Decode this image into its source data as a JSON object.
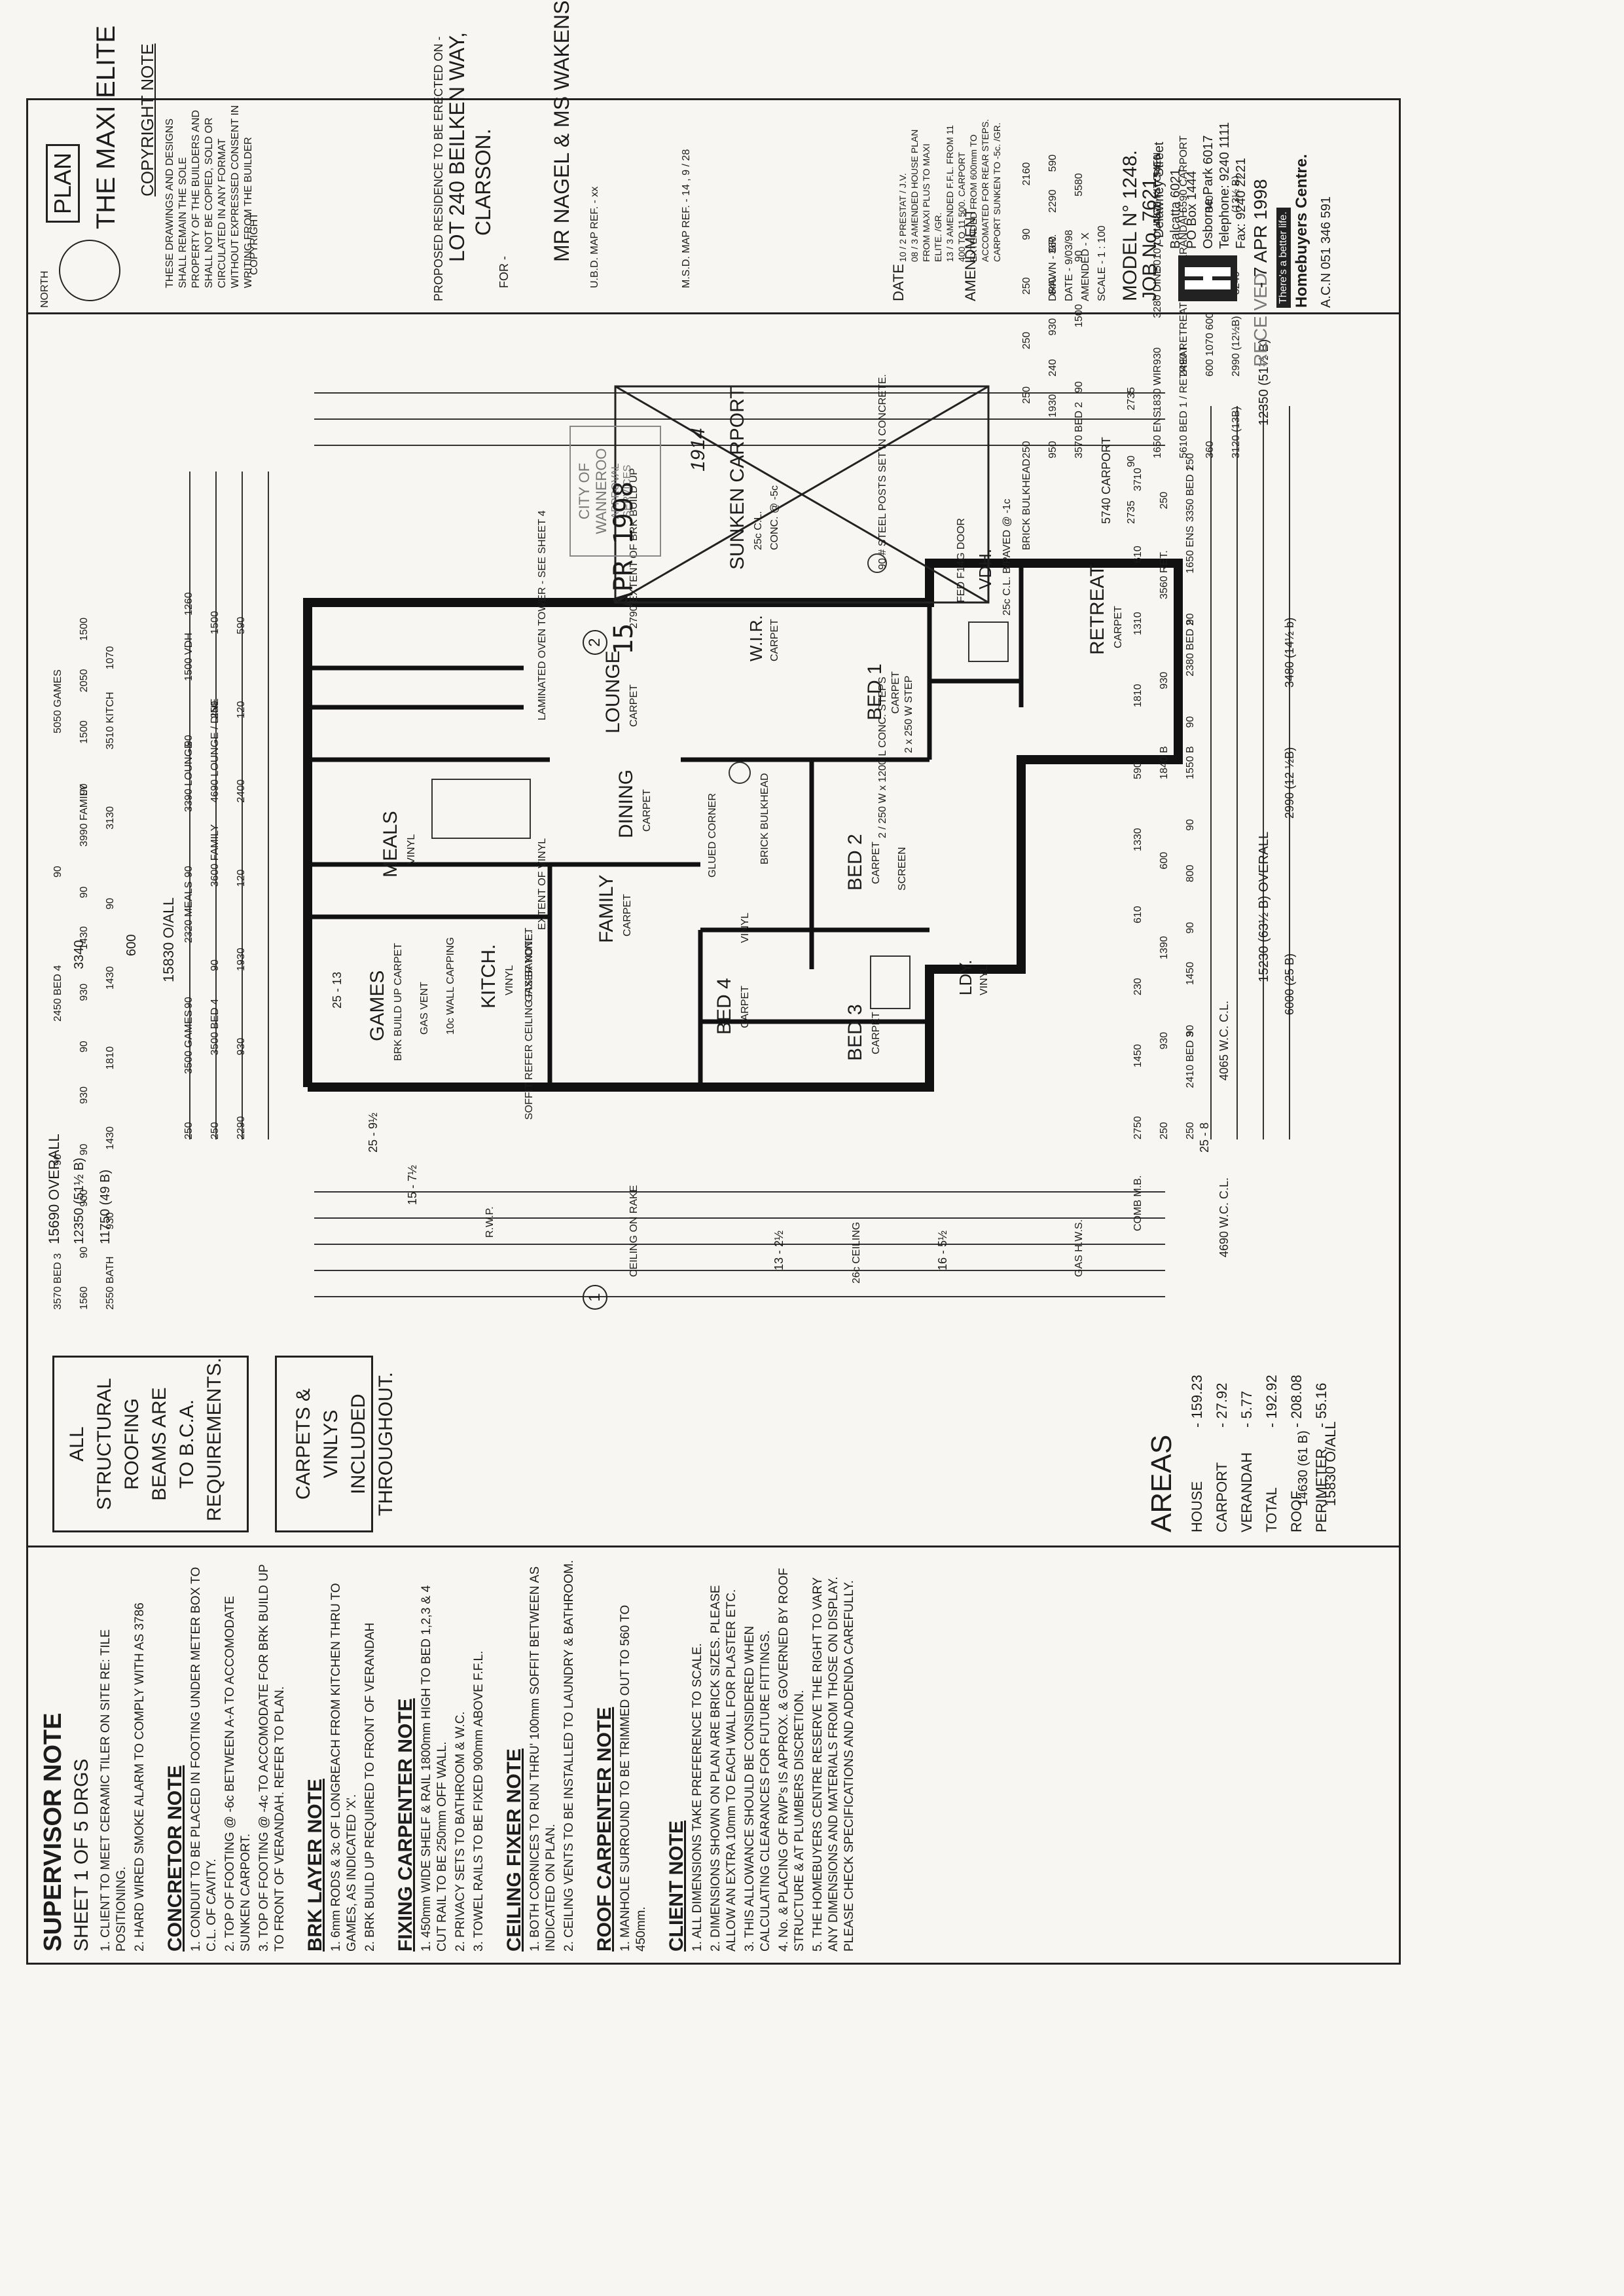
{
  "stamps": {
    "approval_line1": "CITY OF WANNEROO",
    "approval_line2": "APPROVAL",
    "approval_line3": "SERVICES",
    "approval_date": "15 APR 1998",
    "approval_ref": "1914",
    "received_word": "RECEIVED",
    "received_date": "- 7 APR 1998"
  },
  "supervisor_note": {
    "title": "SUPERVISOR NOTE",
    "sheet": "SHEET 1 OF 5 DRGS",
    "items": [
      "1. CLIENT TO MEET CERAMIC TILER ON SITE RE: TILE POSITIONING.",
      "2. HARD WIRED SMOKE ALARM TO COMPLY WITH AS 3786"
    ]
  },
  "concretor_note": {
    "title": "CONCRETOR NOTE",
    "items": [
      "1. CONDUIT TO BE PLACED IN FOOTING UNDER METER BOX TO C.L. OF CAVITY.",
      "2. TOP OF FOOTING @ -6c BETWEEN A-A TO ACCOMODATE SUNKEN CARPORT.",
      "3. TOP OF FOOTING @ -4c TO ACCOMODATE FOR BRK BUILD UP TO FRONT OF VERANDAH. REFER TO PLAN."
    ]
  },
  "brklayer_note": {
    "title": "BRK LAYER NOTE",
    "items": [
      "1. 6mm RODS & 3c OF LONGREACH FROM KITCHEN THRU TO GAMES, AS INDICATED 'X'.",
      "2. BRK BUILD UP REQUIRED TO FRONT OF VERANDAH"
    ]
  },
  "fixing_carpenter_note": {
    "title": "FIXING CARPENTER NOTE",
    "items": [
      "1. 450mm WIDE SHELF & RAIL 1800mm HIGH TO BED 1,2,3 & 4 CUT RAIL TO BE 250mm OFF WALL.",
      "2. PRIVACY SETS TO BATHROOM & W.C.",
      "3. TOWEL RAILS TO BE FIXED 900mm ABOVE F.F.L."
    ]
  },
  "ceiling_fixer_note": {
    "title": "CEILING FIXER NOTE",
    "items": [
      "1. BOTH CORNICES TO RUN THRU' 100mm SOFFIT BETWEEN AS INDICATED ON PLAN.",
      "2. CEILING VENTS TO BE INSTALLED TO LAUNDRY & BATHROOM."
    ]
  },
  "roof_carpenter_note": {
    "title": "ROOF CARPENTER NOTE",
    "items": [
      "1. MANHOLE SURROUND TO BE TRIMMED OUT TO 560 TO 450mm."
    ]
  },
  "client_note": {
    "title": "CLIENT NOTE",
    "items": [
      "1. ALL DIMENSIONS TAKE PREFERENCE TO SCALE.",
      "2. DIMENSIONS SHOWN ON PLAN ARE BRICK SIZES. PLEASE ALLOW AN EXTRA 10mm TO EACH WALL FOR PLASTER ETC.",
      "3. THIS ALLOWANCE SHOULD BE CONSIDERED WHEN CALCULATING CLEARANCES FOR FUTURE FITTINGS.",
      "4. No. & PLACING OF RWP's IS APPROX. & GOVERNED BY ROOF STRUCTURE & AT PLUMBERS DISCRETION.",
      "5. THE HOMEBUYERS CENTRE RESERVE THE RIGHT TO VARY ANY DIMENSIONS AND MATERIALS FROM THOSE ON DISPLAY. PLEASE CHECK SPECIFICATIONS AND ADDENDA CAREFULLY."
    ]
  },
  "general_notes": {
    "beams": [
      "ALL STRUCTURAL",
      "ROOFING BEAMS ARE",
      "TO B.C.A. REQUIREMENTS."
    ],
    "carpets": [
      "CARPETS & VINLYS",
      "INCLUDED THROUGHOUT."
    ]
  },
  "areas": {
    "title": "AREAS",
    "rows": [
      {
        "label": "HOUSE",
        "value": "- 159.23"
      },
      {
        "label": "CARPORT",
        "value": "- 27.92"
      },
      {
        "label": "VERANDAH",
        "value": "- 5.77"
      },
      {
        "label": "TOTAL",
        "value": "- 192.92"
      },
      {
        "label": "ROOF",
        "value": "- 208.08"
      },
      {
        "label": "PERIMETER",
        "value": "- 55.16"
      }
    ]
  },
  "title_block": {
    "company_name": "Homebuyers Centre.",
    "tagline": "There's a better life.",
    "acn": "A.C.N 051 346 591",
    "address": [
      "7 Delawney Street",
      "Balcatta 6021",
      "PO Box 1444",
      "Osborne Park 6017"
    ],
    "telephone": "Telephone: 9240 1111",
    "fax": "Fax: 9240 2221",
    "north": "NORTH",
    "plan_label": "PLAN",
    "design_name": "THE MAXI ELITE",
    "copyright_title": "COPYRIGHT NOTE",
    "copyright_text": "THESE DRAWINGS AND DESIGNS SHALL REMAIN THE SOLE PROPERTY OF THE BUILDERS AND SHALL NOT BE COPIED, SOLD OR CIRCULATED IN ANY FORMAT WITHOUT EXPRESSED CONSENT IN WRITING FROM THE BUILDER",
    "copyright_mark": "COPYRIGHT",
    "proposed": "PROPOSED RESIDENCE TO BE ERECTED ON -",
    "lot": "LOT 240 BEILKEN WAY,",
    "suburb": "CLARSON.",
    "for": "FOR -",
    "client": "MR NAGEL & MS WAKENSHAW.",
    "ubd": "U.B.D. MAP REF. - xx",
    "msd": "M.S.D. MAP REF. - 14 , 9 / 28",
    "date_header": "DATE",
    "amendment_header": "AMENDMENT",
    "amendments": [
      {
        "date": "10 / 2",
        "text": "PRESTAT / J.V."
      },
      {
        "date": "08 / 3",
        "text": "AMENDED HOUSE PLAN FROM MAXI PLUS TO MAXI ELITE. /GR."
      },
      {
        "date": "13 / 3",
        "text": "AMENDED F.F.L. FROM 11 400 TO 11 500. CARPORT EXTENDED FROM 600mm TO ACCOMATED FOR REAR STEPS. CARPORT SUNKEN TO -5c. /GR."
      }
    ],
    "drawn": "DRAWN - GR.",
    "date": "DATE - 9/03/98",
    "amended": "AMENDED - X",
    "scale": "SCALE - 1 : 100",
    "model": "MODEL N° 1248.",
    "job": "JOB No. 7621."
  },
  "rooms": {
    "games": "GAMES",
    "games_sub": "BRK BUILD UP CARPET",
    "meals": "MEALS",
    "meals_sub": "VINYL",
    "kitch": "KITCH.",
    "kitch_sub": "VINYL",
    "family": "FAMILY",
    "family_sub": "CARPET",
    "dining": "DINING",
    "dining_sub": "CARPET",
    "lounge": "LOUNGE",
    "lounge_sub": "CARPET",
    "bed4": "BED 4",
    "bed4_sub": "CARPET",
    "bed3": "BED 3",
    "bed3_sub": "CARPET",
    "bed2": "BED 2",
    "bed2_sub": "CARPET",
    "bed1": "BED 1",
    "bed1_sub": "CARPET",
    "ldy": "LDY.",
    "ldy_sub": "VINYL",
    "wir": "W.I.R.",
    "wir_sub": "CARPET",
    "retreat": "RETREAT",
    "retreat_sub": "CARPET",
    "vdh": "VDH.",
    "carport": "SUNKEN CARPORT",
    "carport_sub1": "25c C.L.",
    "carport_sub2": "CONC. @ -5c",
    "carport_posts": "90 # STEEL POSTS SET IN CONCRETE.",
    "carport_steps1": "2 / 250 W x 1200 L CONC. STEPS",
    "carport_steps2": "2 x 250 W STEP",
    "glued_corner": "GLUED CORNER",
    "brick_bulkhead": "BRICK BULKHEAD",
    "brick_bulkhead2": "BRICK BULKHEAD",
    "ceiling_rake": "CEILING ON RAKE",
    "ceiling_26c": "26c CEILING",
    "gas_hws": "GAS H.W.S.",
    "rwp": "R.W.P.",
    "comb_mb": "COMB M.B.",
    "wall_capping": "10c WALL CAPPING",
    "gas_vent": "GAS VENT",
    "gas_bayonet": "GAS BAYONET",
    "soffit_note": "SOFFIT REFER CEILING FIXER NOTE.",
    "ext_vinyl": "EXTENT OF VINYL",
    "laminated": "LAMINATED OVEN TOWER - SEE SHEET 4",
    "brk_build": "2790 EXTENT OF BRK BUILD UP",
    "vdh_note": "25c C.L. B/PAVED @ -1c",
    "feed_door": "FED F14G DOOR",
    "screen": "SCREEN",
    "vinyl": "VINYL",
    "pitch1": "25 - 9½",
    "pitch2": "25 - 8",
    "pitch3": "25 - 13",
    "pitch4": "15 - 7½",
    "pitch5": "13 - 2½",
    "pitch6": "16 - 5½",
    "callout1": "1",
    "callout2": "2"
  },
  "dims": {
    "top_overall": "15830 O/ALL",
    "top_overall2": "15230 (63½ B) OVERALL",
    "top_seg1": "6000 (25 B)",
    "top_seg2": "2990 (12 ½B)",
    "top_seg3": "3480 (14½ b)",
    "top_row1": [
      "250",
      "3500 GAMES",
      "90",
      "2320 MEALS",
      "90",
      "3390 LOUNGE",
      "90",
      "1500 VDH",
      "1260"
    ],
    "top_row2": [
      "250",
      "3500 BED 4",
      "90",
      "3600 FAMILY",
      "4690 LOUNGE / DINE",
      "250",
      "1500"
    ],
    "top_row3": [
      "2290",
      "930",
      "1930",
      "120",
      "2400",
      "120",
      "590"
    ],
    "carport_dim": "5740 CARPORT",
    "carport_dim2": [
      "2735",
      "90",
      "2735"
    ],
    "left_overall": "15690 OVERALL",
    "left_overall2": "12350 (51½ B)",
    "left_overall3": "11750 (49 B)",
    "left_3340": "3340",
    "left_600": "600",
    "left_row1": [
      "3570 BED 3",
      "90",
      "2450 BED 4",
      "90",
      "5050 GAMES"
    ],
    "left_row2": [
      "1560",
      "90",
      "900",
      "90",
      "930",
      "90",
      "930",
      "1430",
      "90",
      "3990 FAMILY",
      "90",
      "1500",
      "2050",
      "1500"
    ],
    "left_row3": [
      "2550 BATH",
      "930",
      "1430",
      "1810",
      "1430",
      "90",
      "3130",
      "3510 KITCH",
      "1070"
    ],
    "bottom_overall": "15830 O/ALL",
    "bottom_overall2": "14630 (61 B)",
    "bottom_row1": [
      "250",
      "2410 BED 3",
      "90",
      "1450",
      "90",
      "800",
      "90",
      "1550 B",
      "90",
      "2380 BED 2",
      "90",
      "1650 ENS",
      "3350 BED 1",
      "250"
    ],
    "bottom_row2": [
      "250",
      "930",
      "1390",
      "600",
      "1840 B",
      "930",
      "3560 RET.",
      "250"
    ],
    "bottom_row3": [
      "2750",
      "1450",
      "230",
      "610",
      "1330",
      "590",
      "1810",
      "1310",
      "610",
      "3710"
    ],
    "wc_left": "4690 W.C. C.L.",
    "wc_right": "4065 W.C. C.L.",
    "right_overall": "12350 (51½ B)",
    "right_row1": [
      "3120 (13B)",
      "2990 (12½B)",
      "3240",
      "(13½ B)"
    ],
    "right_row2": [
      "360",
      "600 1070 600",
      "360",
      "840"
    ],
    "right_row3": [
      "5610 BED 1 / RETREAT",
      "2490 RETREAT",
      "3990 VERANDAH",
      "5590 CARPORT"
    ],
    "right_row4": [
      "1650 ENS",
      "1830 WIR",
      "930",
      "3280 DINE",
      "5010 LOUNGE",
      "4820 KITCHEN",
      "5410"
    ],
    "right_row5": [
      "3570 BED 2",
      "90",
      "1500",
      "90",
      "5580"
    ],
    "right_row6": [
      "950",
      "1930",
      "240",
      "930",
      "840",
      "360",
      "2290",
      "590"
    ],
    "right_misc": [
      "250",
      "250",
      "250",
      "250",
      "90",
      "2160"
    ]
  }
}
